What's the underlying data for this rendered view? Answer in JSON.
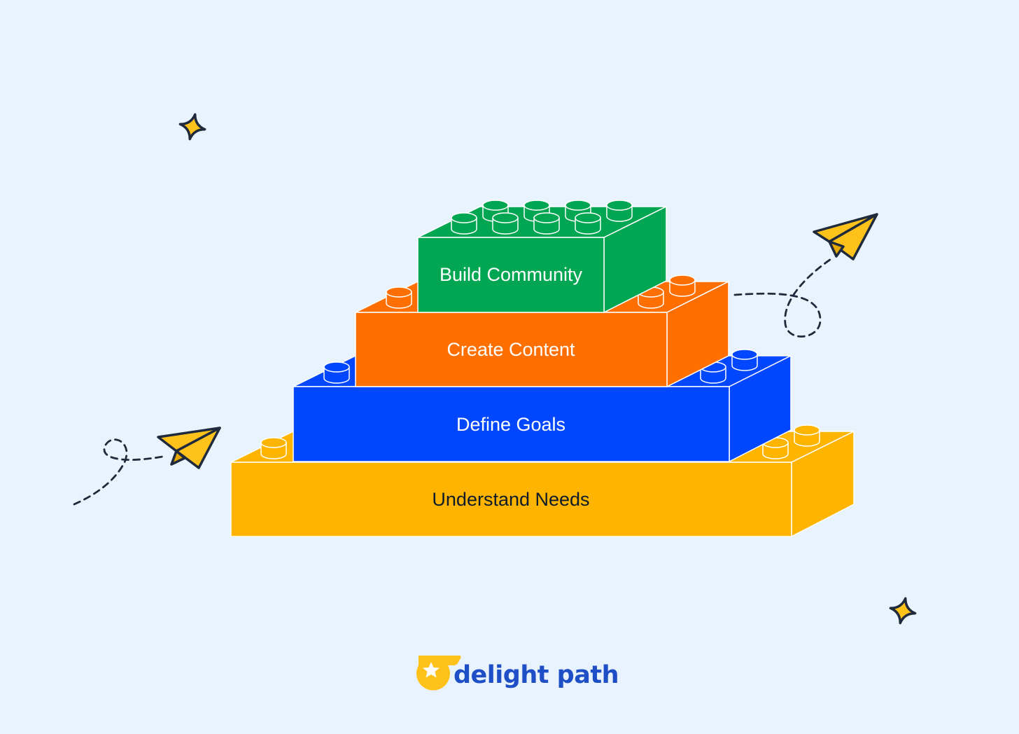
{
  "diagram": {
    "blocks": [
      {
        "label": "Understand Needs",
        "color": "#FFB400",
        "text_color": "#0D1B2A"
      },
      {
        "label": "Define Goals",
        "color": "#0047FF",
        "text_color": "#FFFFFF"
      },
      {
        "label": "Create Content",
        "color": "#FF6F00",
        "text_color": "#FFFFFF"
      },
      {
        "label": "Build Community",
        "color": "#00A651",
        "text_color": "#FFFFFF"
      }
    ]
  },
  "brand": {
    "name": "delight path",
    "text_color": "#1F4FC6",
    "logo_color": "#FFC21A"
  },
  "decorations": {
    "icons": [
      "sparkle-icon",
      "paper-plane-icon",
      "dashed-trail"
    ],
    "accent_color": "#FFC21A",
    "outline_color": "#1F2A3C"
  }
}
